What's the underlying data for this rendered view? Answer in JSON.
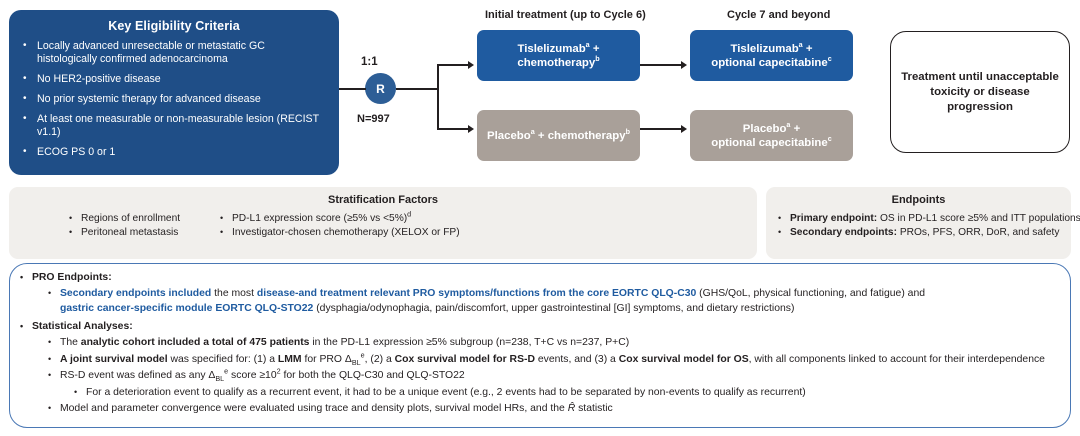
{
  "eligibility": {
    "title": "Key Eligibility Criteria",
    "items": [
      "Locally advanced unresectable or metastatic GC histologically confirmed adenocarcinoma",
      "No HER2-positive disease",
      "No prior systemic therapy for advanced disease",
      "At least one measurable or non-measurable lesion (RECIST v1.1)",
      "ECOG PS 0 or 1"
    ]
  },
  "randomization": {
    "ratio": "1:1",
    "node_label": "R",
    "n_value": "N=997"
  },
  "columns": {
    "initial": "Initial treatment (up to Cycle 6)",
    "later": "Cycle 7 and beyond"
  },
  "arms": {
    "initial_active_l1": "Tislelizumab",
    "initial_active_sup1": "a",
    "initial_active_l2": " +",
    "initial_active_l3": "chemotherapy",
    "initial_active_sup2": "b",
    "initial_control_l1": "Placebo",
    "initial_control_sup1": "a",
    "initial_control_l2": " + chemotherapy",
    "initial_control_sup2": "b",
    "later_active_l1": "Tislelizumab",
    "later_active_sup1": "a",
    "later_active_l2": " +",
    "later_active_l3": "optional capecitabine",
    "later_active_sup2": "c",
    "later_control_l1": "Placebo",
    "later_control_sup1": "a",
    "later_control_l2": " +",
    "later_control_l3": "optional capecitabine",
    "later_control_sup2": "c"
  },
  "outcome": {
    "line1": "Treatment until unacceptable",
    "line2": "toxicity or disease progression"
  },
  "stratification": {
    "title": "Stratification Factors",
    "col1": [
      "Regions of enrollment",
      "Peritoneal metastasis"
    ],
    "col2_a_text": "PD-L1 expression score (≥5% vs <5%)",
    "col2_a_sup": "d",
    "col2_b_text": "Investigator-chosen chemotherapy (XELOX or FP)"
  },
  "endpoints": {
    "title": "Endpoints",
    "primary_label": "Primary endpoint:",
    "primary_text": " OS in PD-L1 score ≥5% and ITT populations",
    "secondary_label": "Secondary endpoints:",
    "secondary_text": " PROs, PFS, ORR, DoR, and safety"
  },
  "pro": {
    "heading": "PRO Endpoints:",
    "b1_p1": "Secondary endpoints included",
    "b1_p2": " the most ",
    "b1_p3": "disease-and treatment relevant PRO symptoms/functions from the core EORTC QLQ-C30",
    "b1_p4": " (GHS/QoL, physical functioning, and fatigue) and",
    "b1_p5": "gastric cancer-specific module EORTC QLQ-STO22",
    "b1_p6": " (dysphagia/odynophagia, pain/discomfort, upper gastrointestinal [GI] symptoms, and dietary restrictions)"
  },
  "stats": {
    "heading": "Statistical Analyses:",
    "s1_a": "The ",
    "s1_b": "analytic cohort included a total of 475 patients",
    "s1_c": " in the PD-L1 expression ≥5% subgroup (n=238, T+C vs n=237, P+C)",
    "s2_a": "A joint survival model",
    "s2_b": " was specified for: (1) a ",
    "s2_c": "LMM",
    "s2_d": " for PRO Δ",
    "s2_sub": "BL",
    "s2_sup": "e",
    "s2_e": ", (2) a ",
    "s2_f": "Cox survival model for RS-D",
    "s2_g": " events, and (3) a ",
    "s2_h": "Cox survival model for OS",
    "s2_i": ", with all components linked to account for their interdependence",
    "s3_a": "RS-D event was defined as any Δ",
    "s3_sub": "BL",
    "s3_sup": "e",
    "s3_b": " score ≥10",
    "s3_sup2": "2",
    "s3_c": " for both the QLQ-C30 and QLQ-STO22",
    "s4": "For a deterioration event to qualify as a recurrent event, it had to be a unique event (e.g., 2 events had to be separated by non-events to qualify as recurrent)",
    "s5_a": "Model and parameter convergence were evaluated using trace and density plots, survival model HRs, and the ",
    "s5_b": "R̂",
    "s5_c": " statistic"
  },
  "colors": {
    "navy": "#1f4e87",
    "blue_box": "#1f5ba0",
    "grey_box": "#a9a099",
    "panel_bg": "#f1efec",
    "accent_blue": "#4a78b5"
  }
}
